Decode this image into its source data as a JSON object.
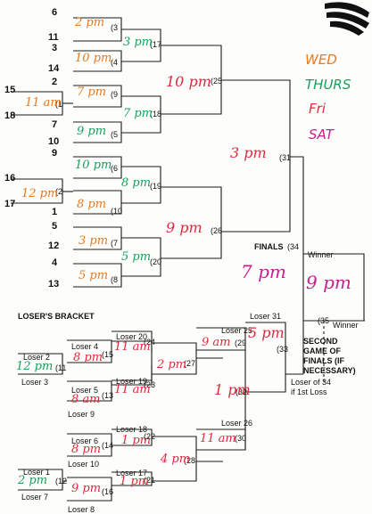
{
  "legend": {
    "wed": "WED",
    "thurs": "THURS",
    "fri": "Fri",
    "sat": "SAT"
  },
  "colors": {
    "wed": "#e8791f",
    "thurs": "#17a05e",
    "fri": "#dd2a3c",
    "sat": "#c6208e"
  },
  "seeds": {
    "s6": "6",
    "s11": "11",
    "s3": "3",
    "s14": "14",
    "s2": "2",
    "s15": "15",
    "s18": "18",
    "s7": "7",
    "s10": "10",
    "s9": "9",
    "s16": "16",
    "s17": "17",
    "s1": "1",
    "s5": "5",
    "s12": "12",
    "s4": "4",
    "s13": "13"
  },
  "games": {
    "g1": "(1",
    "g2": "(2",
    "g3": "(3",
    "g4": "(4",
    "g5": "(5",
    "g6": "(6",
    "g7": "(7",
    "g8": "(8",
    "g9": "(9",
    "g10": "(10",
    "g11": "(11",
    "g12": "(12",
    "g13": "(13",
    "g14": "(14",
    "g15": "(15",
    "g16": "(16",
    "g17": "(17",
    "g18": "(18",
    "g19": "(19",
    "g20": "(20",
    "g21": "(21",
    "g22": "(22",
    "g23": "(23",
    "g24": "(24",
    "g25": "(25",
    "g26": "(26",
    "g27": "(27",
    "g28": "(28",
    "g29": "(29",
    "g30": "(30",
    "g31": "(31",
    "g32": "(32",
    "g33": "(33",
    "g34": "(34",
    "g35": "(35"
  },
  "times": {
    "t3": "2 pm",
    "t4": "10 pm",
    "t9": "7 pm",
    "t2w": "11 am",
    "t5": "9 pm",
    "t17": "3 pm",
    "t18": "7 pm",
    "t25": "10 pm",
    "t6": "10 pm",
    "t2m": "12 pm",
    "t10": "8 pm",
    "t19": "8 pm",
    "t7": "3 pm",
    "t8": "5 pm",
    "t20": "5 pm",
    "t26": "9 pm",
    "t31": "3 pm",
    "t34": "7 pm",
    "t35": "9 pm",
    "t11": "12 pm",
    "t15": "8 pm",
    "t13": "8 am",
    "t24": "11 am",
    "t23": "11 am",
    "t27": "2 pm",
    "t29": "9 am",
    "t32": "1 pm",
    "t33": "5 pm",
    "t22": "1 pm",
    "t14": "8 pm",
    "t12": "2 pm",
    "t16": "9 pm",
    "t21": "1 pm",
    "t28": "4 pm",
    "t30": "11 am"
  },
  "labels": {
    "finals": "FINALS",
    "winner": "Winner",
    "winner2": "Winner",
    "losers_bracket": "LOSER'S BRACKET",
    "loser31": "Loser 31",
    "loser25": "Loser 25",
    "loser26": "Loser 26",
    "loser20": "Loser 20",
    "loser19": "Loser 19",
    "loser18": "Loser 18",
    "loser17": "Loser 17",
    "loser4": "Loser 4",
    "loser5": "Loser 5",
    "loser6": "Loser 6",
    "loser1": "Loser 1",
    "loser2": "Loser 2",
    "loser3": "Loser 3",
    "loser9": "Loser 9",
    "loser10": "Loser 10",
    "loser7": "Loser 7",
    "loser8": "Loser 8",
    "second_game": "SECOND",
    "second_game2": "GAME OF",
    "second_game3": "FINALS (IF",
    "second_game4": "NECESSARY)",
    "loser34": "Loser of 34",
    "if_first_loss": "if 1st Loss"
  }
}
